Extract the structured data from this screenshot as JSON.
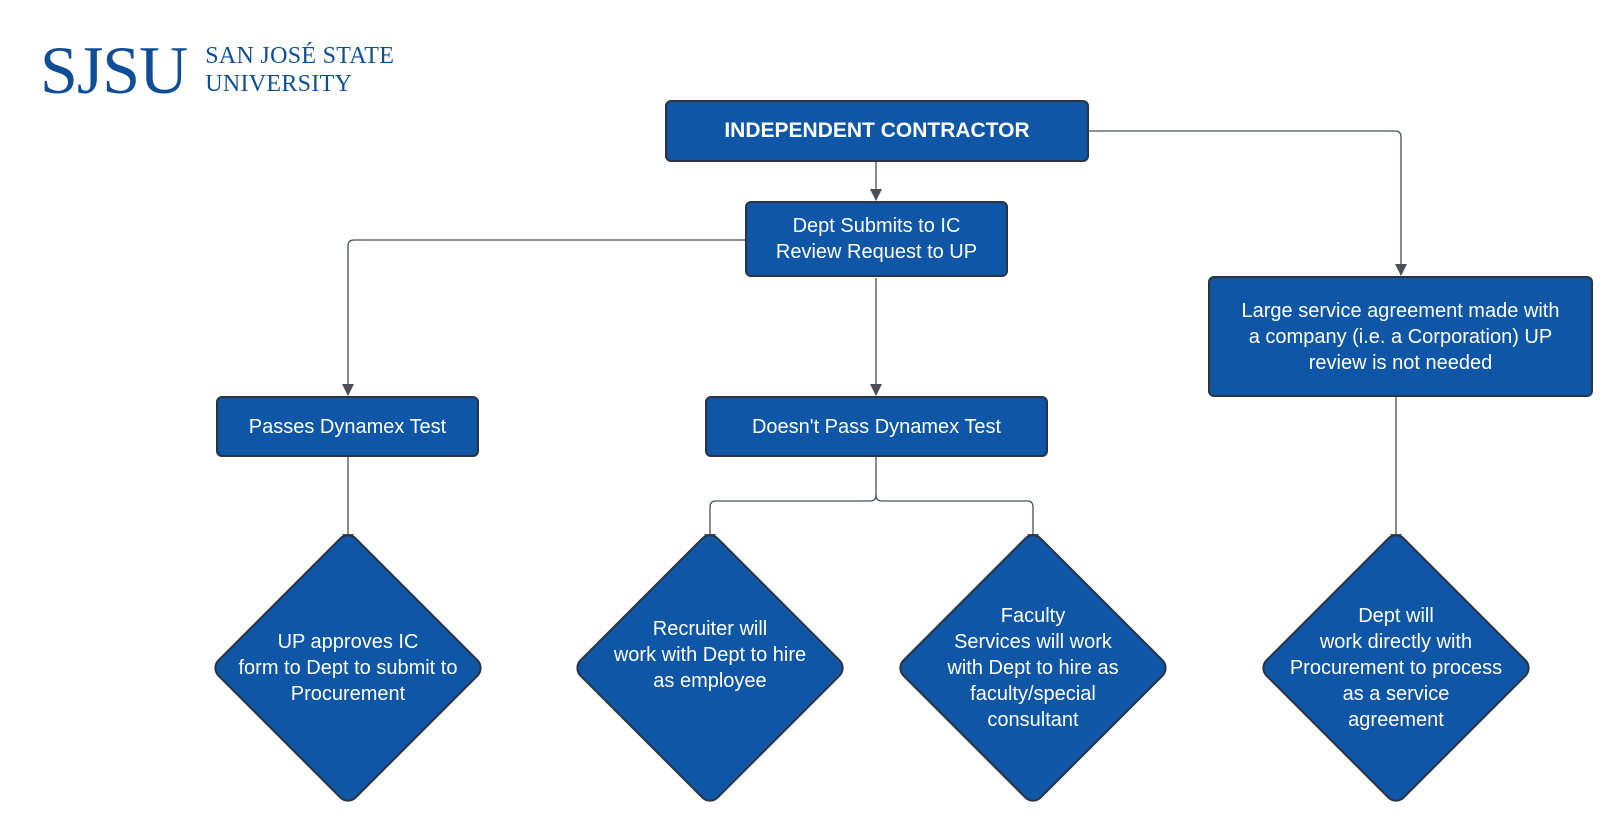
{
  "logo": {
    "mark": "SJSU",
    "line1": "SAN JOSÉ STATE",
    "line2": "UNIVERSITY"
  },
  "nodes": {
    "root": "INDEPENDENT CONTRACTOR",
    "submit": "Dept Submits to IC\nReview Request to UP",
    "passes": "Passes Dynamex Test",
    "fails": "Doesn't Pass Dynamex Test",
    "large": "Large service agreement made with\na company (i.e. a Corporation) UP\nreview is not needed",
    "up_approves": "UP approves IC\nform to Dept to submit to\nProcurement",
    "recruiter": "Recruiter will\nwork with Dept to hire\nas employee",
    "faculty": "Faculty\nServices will work\nwith Dept to hire as\nfaculty/special\nconsultant",
    "procurement": "Dept will\nwork directly with\nProcurement to process\nas a service\nagreement"
  },
  "colors": {
    "node_fill": "#0F56A6",
    "node_border": "#2a3442",
    "connector": "#4a4f58",
    "logo": "#0E4E96"
  }
}
